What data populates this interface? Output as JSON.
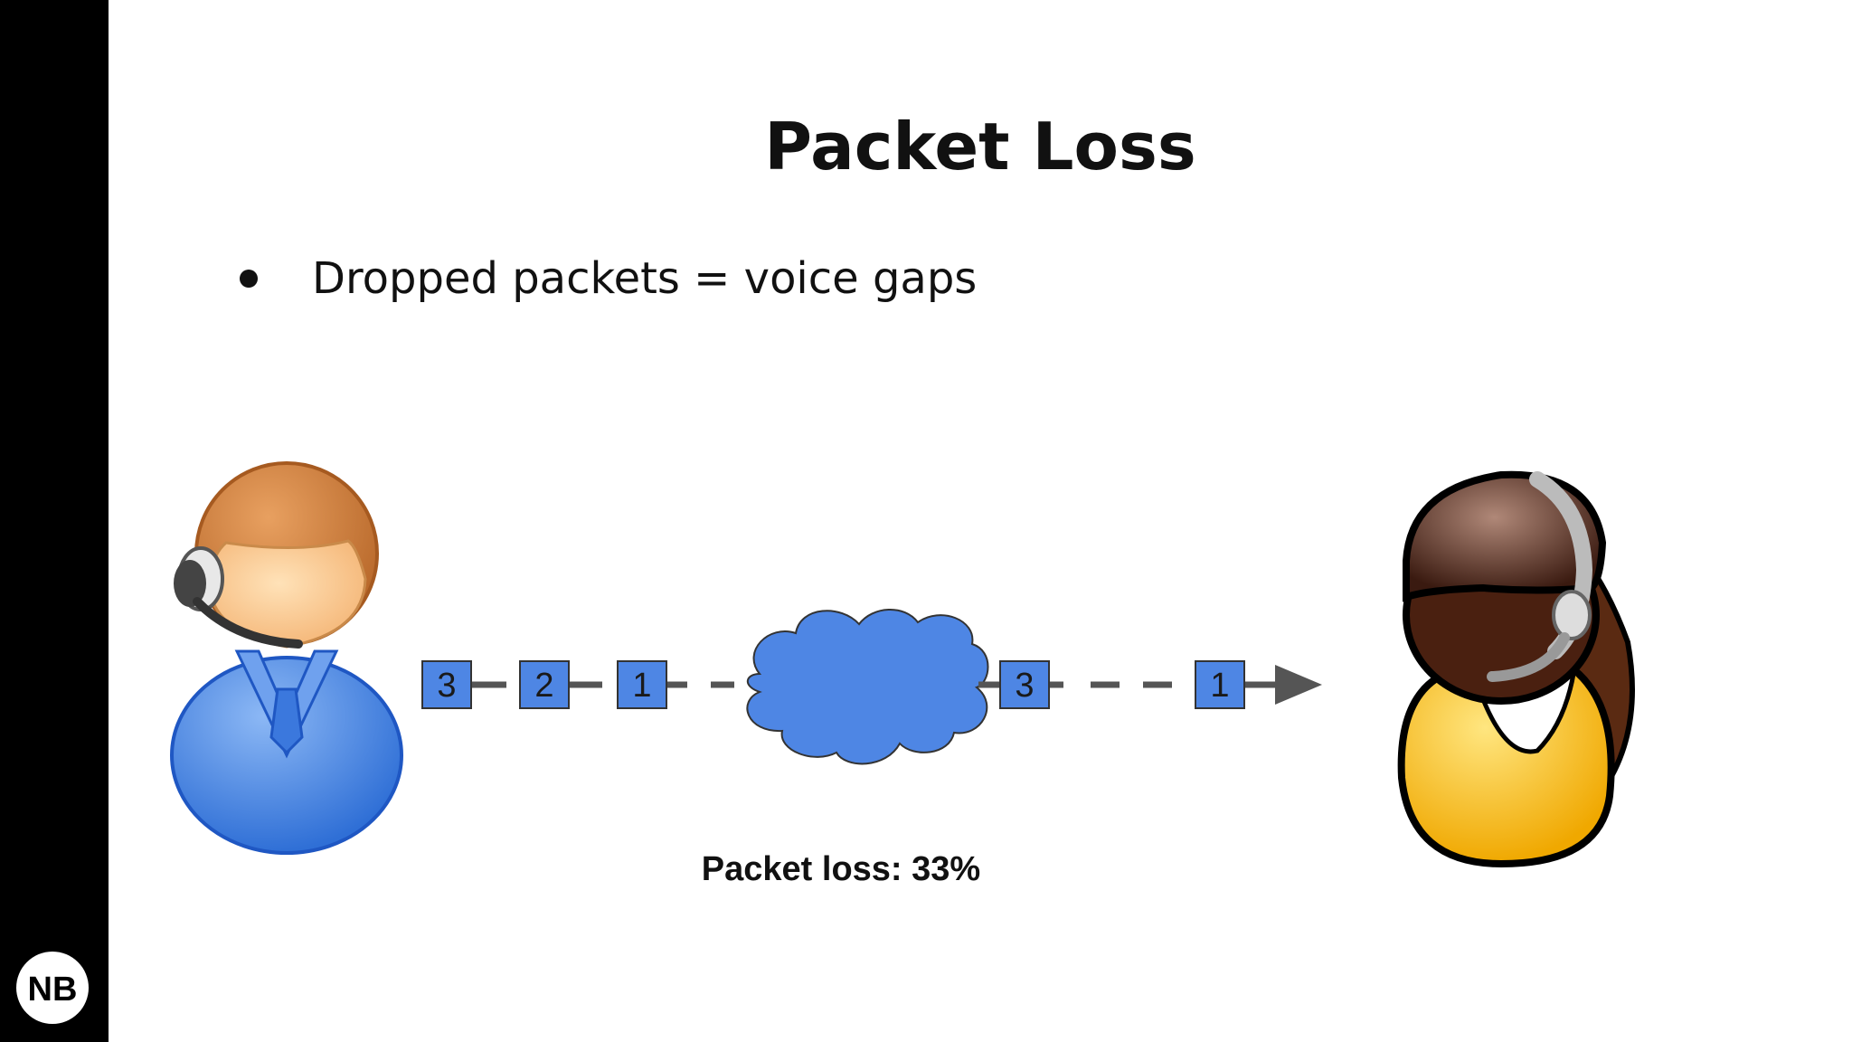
{
  "slide": {
    "title": "Packet Loss",
    "bullets": [
      "Dropped packets = voice gaps"
    ],
    "caption": "Packet loss: 33%"
  },
  "logo": {
    "text": "NB"
  },
  "diagram": {
    "sent_packets": [
      "3",
      "2",
      "1"
    ],
    "received_packets": [
      "3",
      "1"
    ],
    "packet_loss_percent": 33,
    "colors": {
      "packet": "#4e86e4",
      "cloud": "#4e86e4",
      "arrow": "#555555",
      "sender_shirt": "#4a86e8",
      "receiver_shirt": "#ffb300",
      "sidebar": "#000000"
    },
    "icons": {
      "sender": "man-with-headset-icon",
      "receiver": "woman-with-headset-icon",
      "network": "cloud-icon"
    }
  }
}
